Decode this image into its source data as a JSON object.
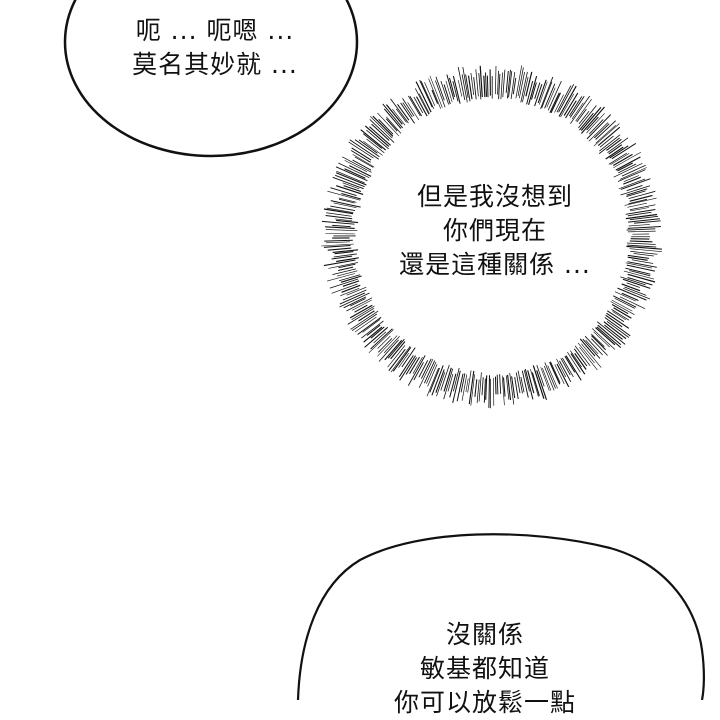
{
  "bubbles": {
    "top": {
      "lines": [
        "呃 ... 呃嗯 ...",
        "莫名其妙就 ..."
      ]
    },
    "burst": {
      "lines": [
        "但是我沒想到",
        "你們現在",
        "還是這種關係 ..."
      ]
    },
    "bottom": {
      "lines": [
        "沒關係",
        "敏基都知道",
        "你可以放鬆一點"
      ]
    }
  },
  "colors": {
    "background": "#ffffff",
    "ink": "#111111"
  }
}
